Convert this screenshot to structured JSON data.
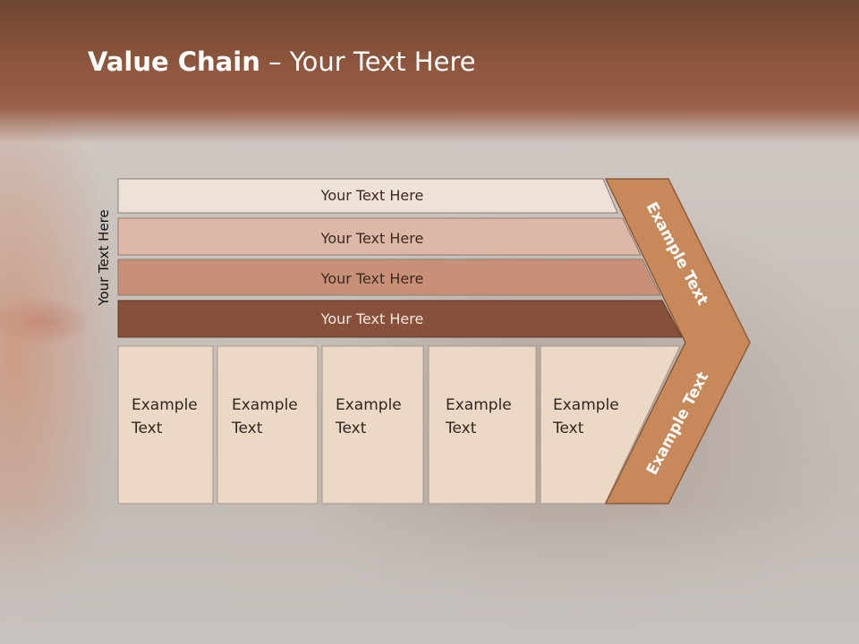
{
  "title": {
    "bold": "Value Chain",
    "rest": " – Your Text Here"
  },
  "side_label": "Your Text Here",
  "support_bars": [
    {
      "label": "Your Text Here"
    },
    {
      "label": "Your Text Here"
    },
    {
      "label": "Your Text Here"
    },
    {
      "label": "Your Text Here"
    }
  ],
  "primary_boxes": [
    {
      "line1": "Example",
      "line2": "Text"
    },
    {
      "line1": "Example",
      "line2": "Text"
    },
    {
      "line1": "Example",
      "line2": "Text"
    },
    {
      "line1": "Example",
      "line2": "Text"
    },
    {
      "line1": "Example",
      "line2": "Text"
    }
  ],
  "chevron": {
    "upper_label": "Example Text",
    "lower_label": "Example Text"
  },
  "colors": {
    "header": "#8d563d",
    "bar_1": "#efe0d8",
    "bar_2": "#ddb8a7",
    "bar_3": "#c89077",
    "bar_4": "#87503b",
    "box_fill": "#ecd9c5",
    "chevron": "#c8895a"
  }
}
